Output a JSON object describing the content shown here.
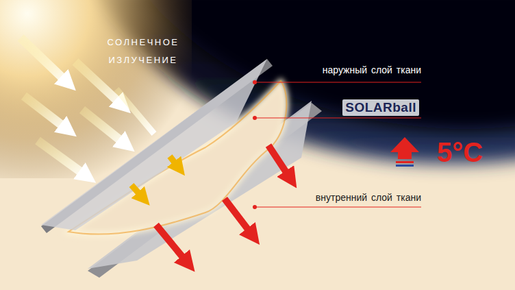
{
  "diagram": {
    "labels": [
      "СОЛНЕЧНОЕ ИЗЛУЧЕНИЕ",
      "наружный слой ткани",
      "SOLARball",
      "внутренний слой ткани",
      "5°C"
    ]
  }
}
